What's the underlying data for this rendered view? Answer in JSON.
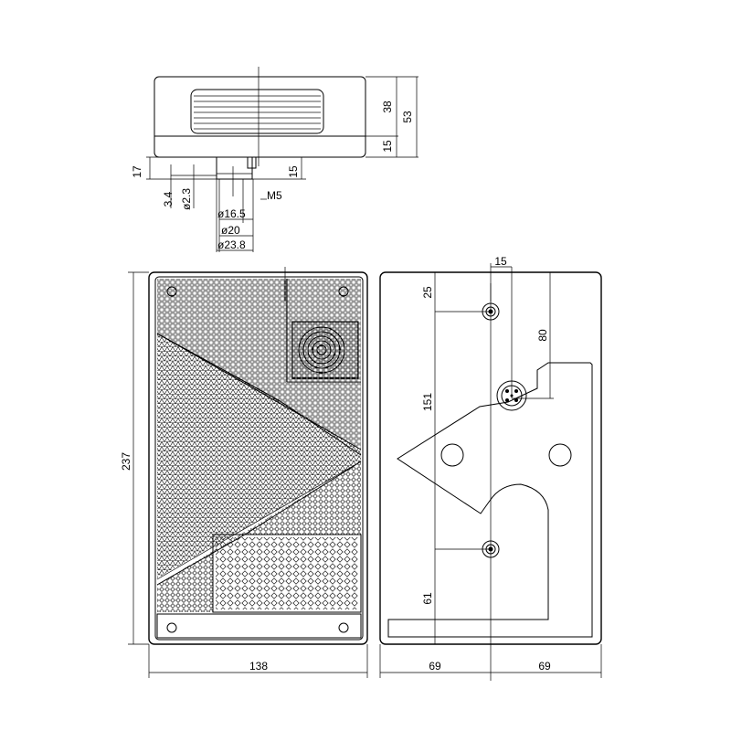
{
  "drawing": {
    "top_view": {
      "height_upper": "38",
      "height_lower": "15",
      "height_total": "53",
      "stud_offset": "17",
      "stud_length": "15",
      "dim_34": "3.4",
      "dim_d23": "ø2.3",
      "thread": "M5",
      "d1": "ø16.5",
      "d2": "ø20",
      "d3": "ø23.8"
    },
    "front_view": {
      "height": "237",
      "width": "138"
    },
    "rear_view": {
      "top_hole_offset": "25",
      "connector_offset_x": "15",
      "connector_offset_y": "80",
      "hole_spacing": "151",
      "bottom_offset": "61",
      "half_width_left": "69",
      "half_width_right": "69"
    }
  }
}
